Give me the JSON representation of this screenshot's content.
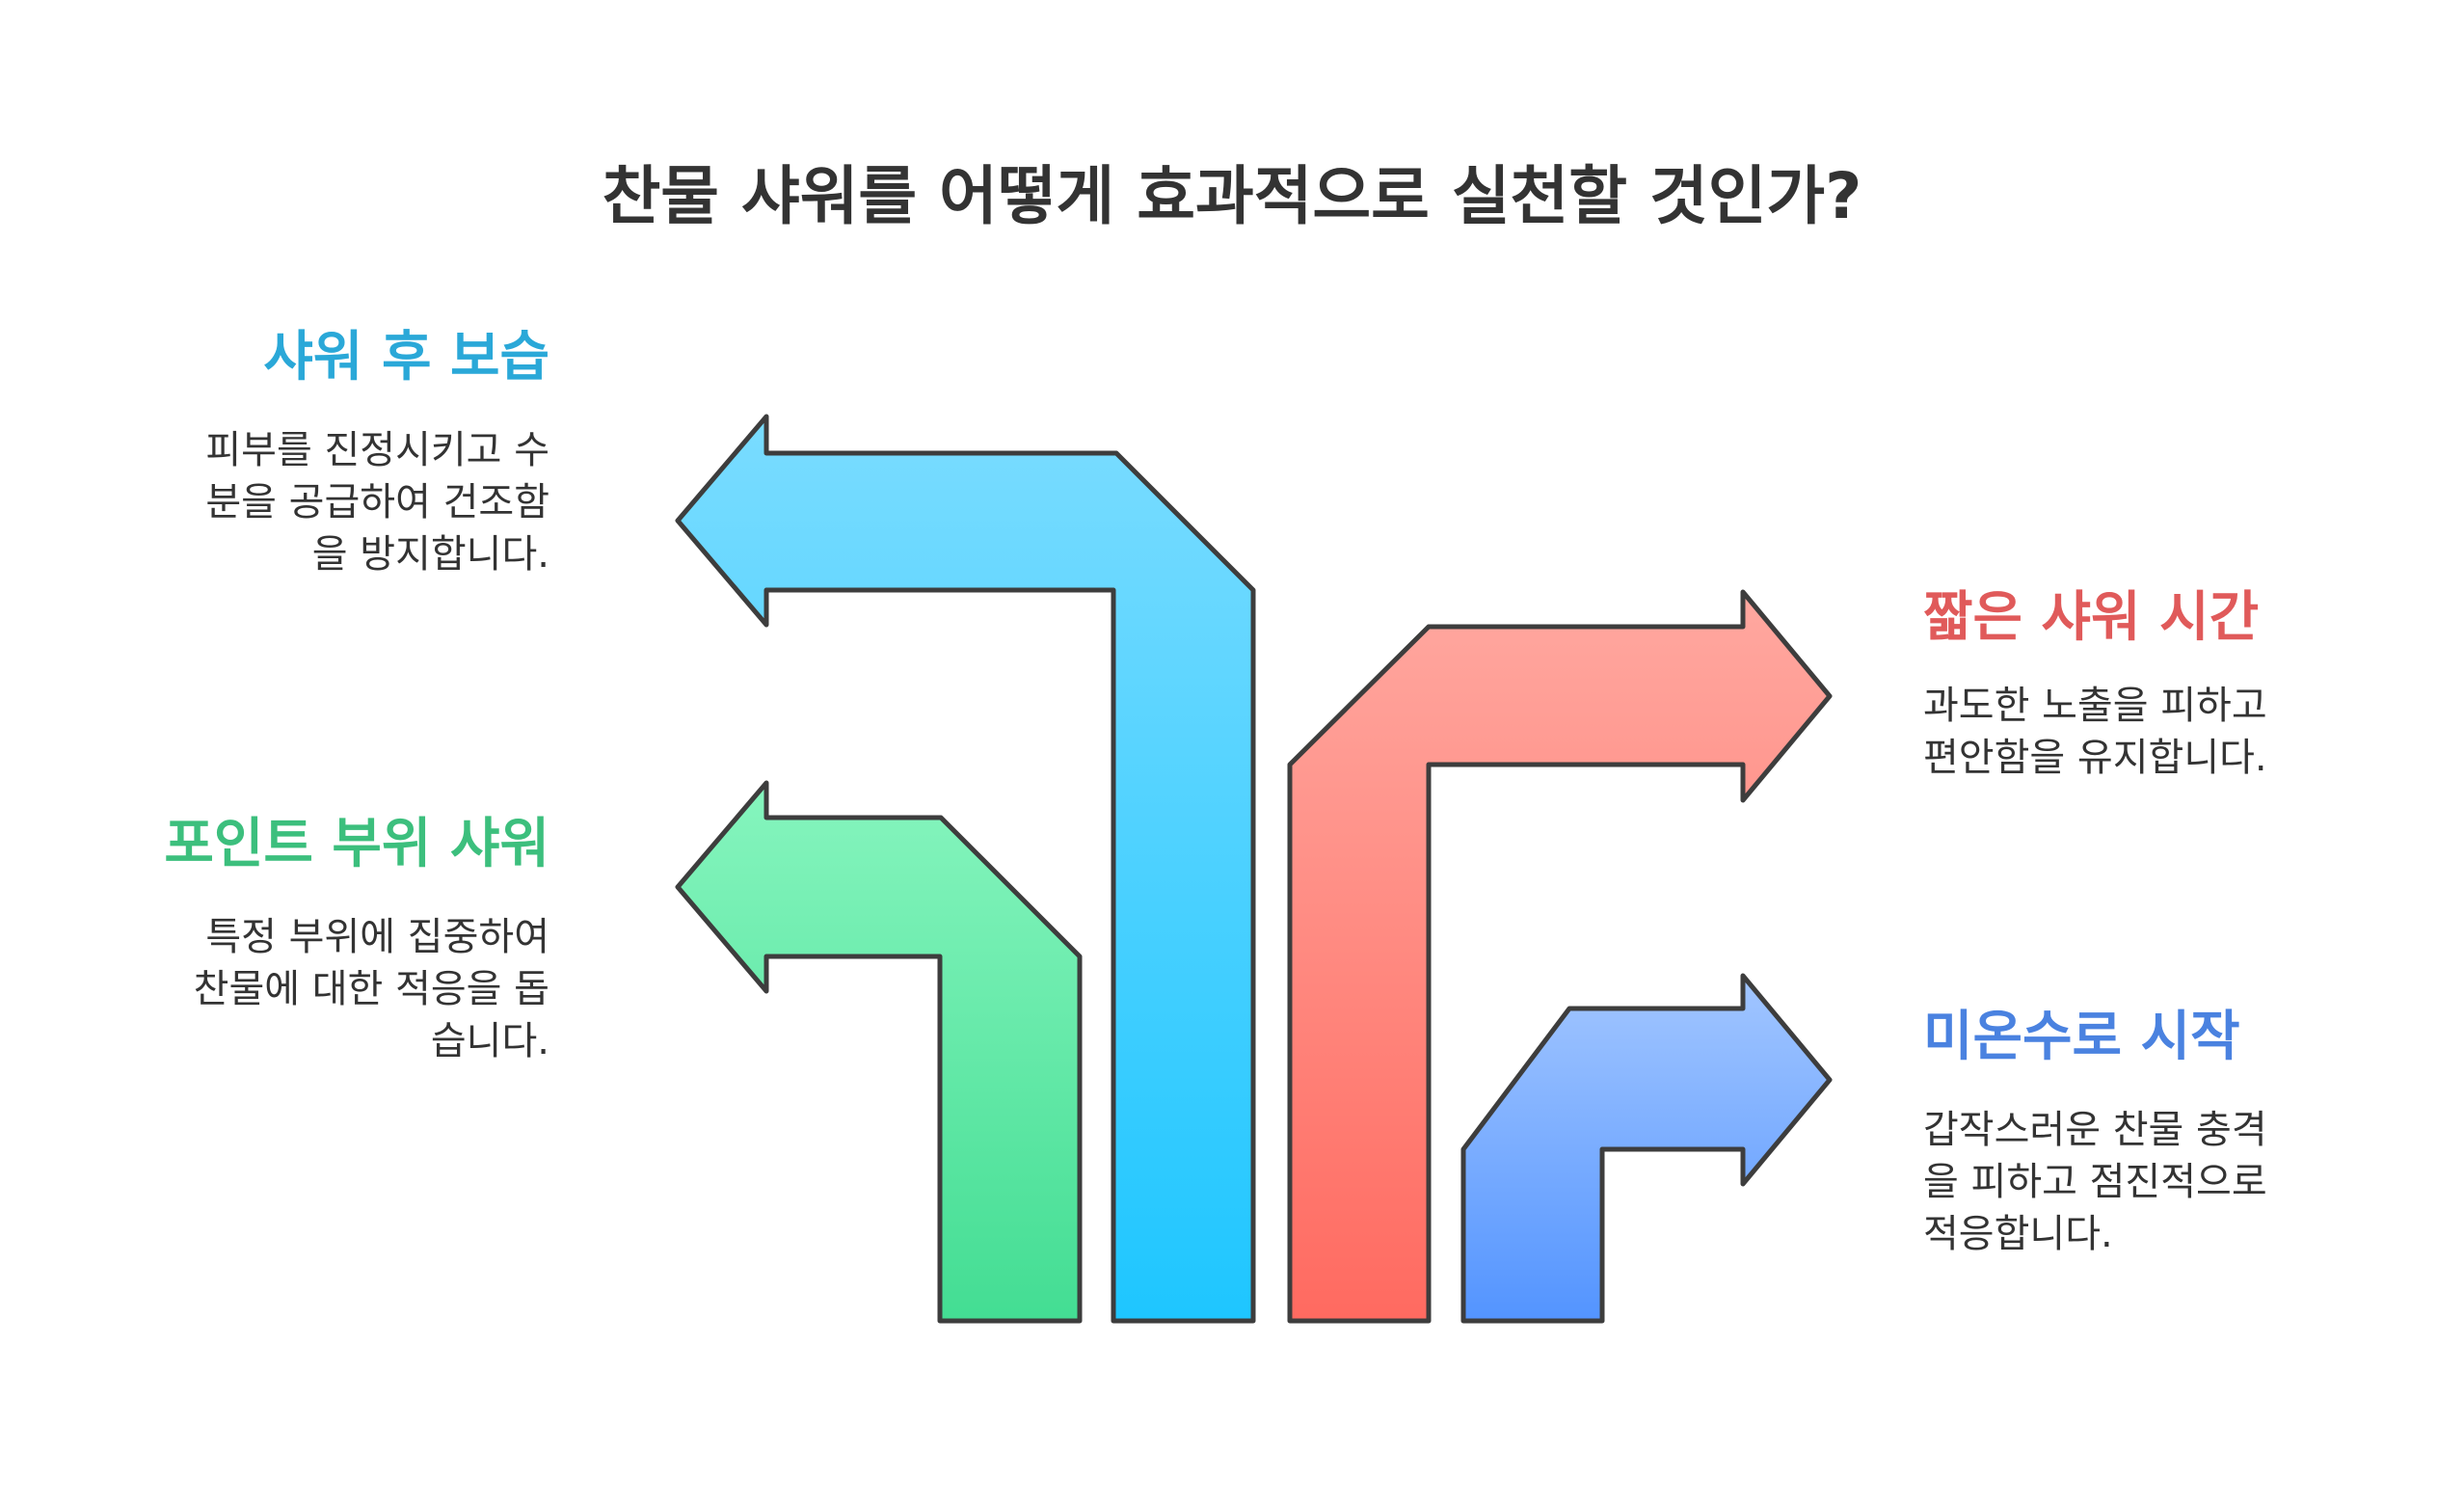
{
  "title": "찬물 샤워를 어떻게 효과적으로 실천할 것인가?",
  "items": [
    {
      "heading": "샤워 후 보습",
      "desc": [
        "피부를 진정시키고 수",
        "분을 공급하여 건조함",
        "을 방지합니다."
      ],
      "color": "#2aa8d8",
      "arrow_gradient": [
        "#7adcff",
        "#1ec6ff"
      ],
      "direction": "left"
    },
    {
      "heading": "포인트 부위 샤워",
      "desc": [
        "특정 부위에 집중하여",
        "찬물에 대한 적응을 돕",
        "습니다."
      ],
      "color": "#3cbf7d",
      "arrow_gradient": [
        "#86f5be",
        "#43dd93"
      ],
      "direction": "left"
    },
    {
      "heading": "짧은 샤워 시간",
      "desc": [
        "과도한 노출을 피하고",
        "편안함을 유지합니다."
      ],
      "color": "#e05a5a",
      "arrow_gradient": [
        "#ffa8a0",
        "#ff6a60"
      ],
      "direction": "right"
    },
    {
      "heading": "미온수로 시작",
      "desc": [
        "갑작스러운 찬물 충격",
        "을 피하고 점진적으로",
        "적응합니다."
      ],
      "color": "#4a82e0",
      "arrow_gradient": [
        "#a2c6ff",
        "#5394ff"
      ],
      "direction": "right"
    }
  ]
}
